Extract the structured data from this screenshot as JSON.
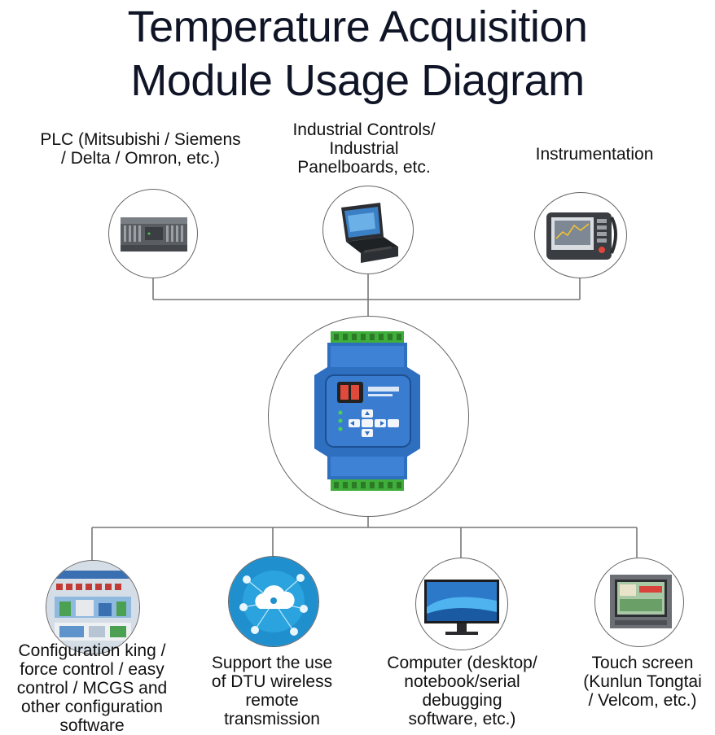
{
  "title": {
    "line1": "Temperature Acquisition",
    "line2": "Module Usage Diagram"
  },
  "top_nodes": [
    {
      "label_lines": [
        "PLC (Mitsubishi / Siemens",
        "/ Delta / Omron, etc.)"
      ]
    },
    {
      "label_lines": [
        "Industrial Controls/",
        "Industrial",
        "Panelboards, etc."
      ]
    },
    {
      "label_lines": [
        "Instrumentation"
      ]
    }
  ],
  "bottom_nodes": [
    {
      "label_lines": [
        "Configuration king /",
        "force control / easy",
        "control / MCGS and",
        "other configuration",
        "software"
      ]
    },
    {
      "label_lines": [
        "Support the use",
        "of DTU wireless",
        "remote",
        "transmission"
      ]
    },
    {
      "label_lines": [
        "Computer (desktop/",
        "notebook/serial",
        "debugging",
        "software, etc.)"
      ]
    },
    {
      "label_lines": [
        "Touch screen",
        "(Kunlun Tongtai",
        "/ Velcom, etc.)"
      ]
    }
  ],
  "colors": {
    "line": "#777777",
    "module_blue": "#2f6fc0",
    "terminal_green": "#3fae3a",
    "title": "#0f1526"
  }
}
